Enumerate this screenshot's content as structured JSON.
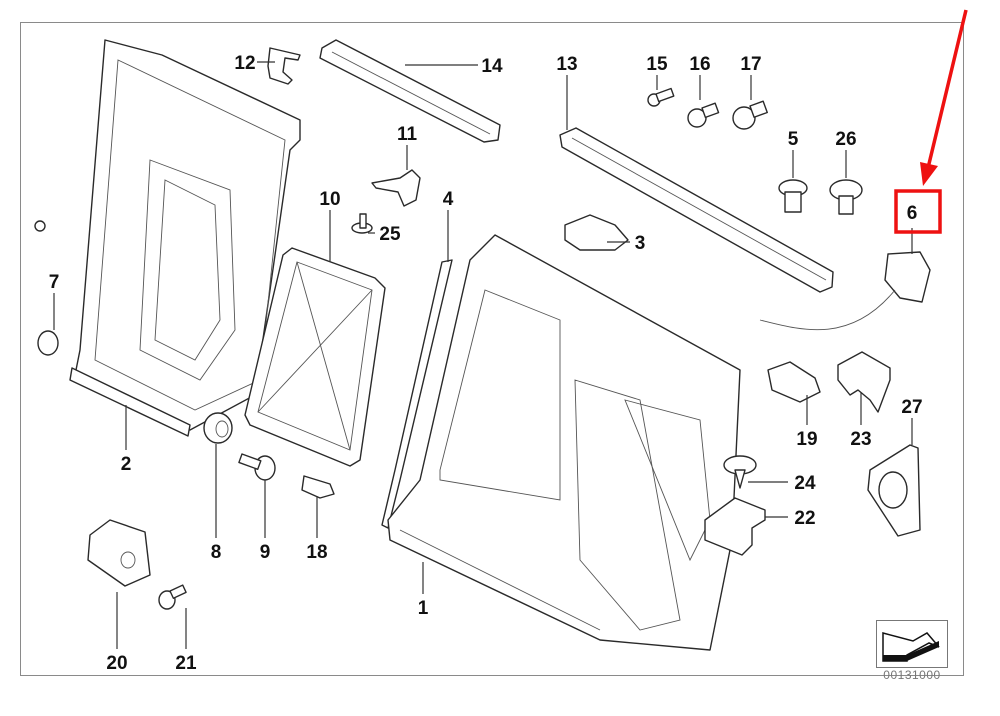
{
  "diagram": {
    "type": "exploded parts diagram",
    "callouts": [
      {
        "id": "1",
        "label": "1"
      },
      {
        "id": "2",
        "label": "2"
      },
      {
        "id": "3",
        "label": "3"
      },
      {
        "id": "4",
        "label": "4"
      },
      {
        "id": "5",
        "label": "5"
      },
      {
        "id": "6",
        "label": "6"
      },
      {
        "id": "7",
        "label": "7"
      },
      {
        "id": "8",
        "label": "8"
      },
      {
        "id": "9",
        "label": "9"
      },
      {
        "id": "10",
        "label": "10"
      },
      {
        "id": "11",
        "label": "11"
      },
      {
        "id": "12",
        "label": "12"
      },
      {
        "id": "13",
        "label": "13"
      },
      {
        "id": "14",
        "label": "14"
      },
      {
        "id": "15",
        "label": "15"
      },
      {
        "id": "16",
        "label": "16"
      },
      {
        "id": "17",
        "label": "17"
      },
      {
        "id": "18",
        "label": "18"
      },
      {
        "id": "19",
        "label": "19"
      },
      {
        "id": "20",
        "label": "20"
      },
      {
        "id": "21",
        "label": "21"
      },
      {
        "id": "22",
        "label": "22"
      },
      {
        "id": "23",
        "label": "23"
      },
      {
        "id": "24",
        "label": "24"
      },
      {
        "id": "25",
        "label": "25"
      },
      {
        "id": "26",
        "label": "26"
      },
      {
        "id": "27",
        "label": "27"
      }
    ],
    "highlight": {
      "callout": "6",
      "color": "#ee1111",
      "note": "red box with arrow"
    },
    "reference_code": "00131000",
    "reference_icon": "direction-arrow-icon"
  }
}
